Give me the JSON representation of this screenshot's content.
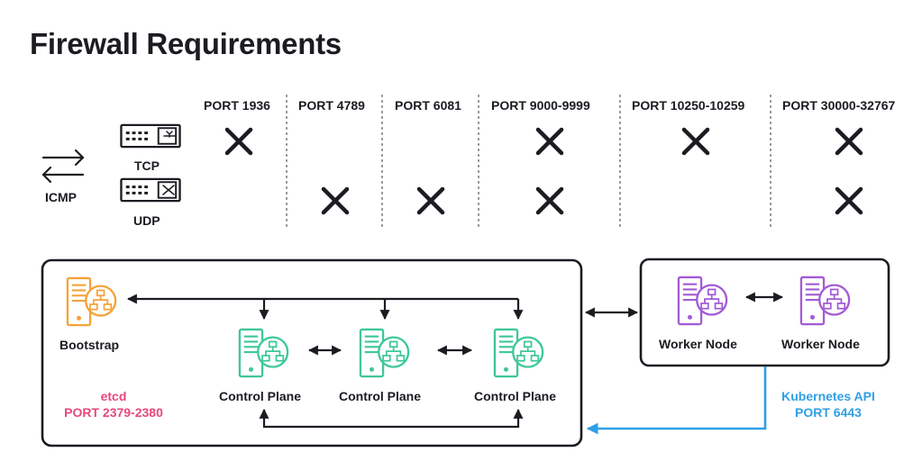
{
  "title": "Firewall Requirements",
  "ports": [
    {
      "label": "PORT 1936",
      "tcp": true,
      "udp": false
    },
    {
      "label": "PORT 4789",
      "tcp": false,
      "udp": true
    },
    {
      "label": "PORT 6081",
      "tcp": false,
      "udp": true
    },
    {
      "label": "PORT 9000-9999",
      "tcp": true,
      "udp": true
    },
    {
      "label": "PORT 10250-10259",
      "tcp": true,
      "udp": false
    },
    {
      "label": "PORT 30000-32767",
      "tcp": true,
      "udp": true
    }
  ],
  "protocols": {
    "icmp": "ICMP",
    "tcp": "TCP",
    "udp": "UDP"
  },
  "nodes": {
    "bootstrap": "Bootstrap",
    "control_plane": [
      "Control Plane",
      "Control Plane",
      "Control Plane"
    ],
    "worker": [
      "Worker Node",
      "Worker Node"
    ]
  },
  "etcd": {
    "name": "etcd",
    "port": "PORT 2379-2380"
  },
  "kube_api": {
    "name": "Kubernetes API",
    "port": "PORT 6443"
  },
  "colors": {
    "bootstrap": "#f5a23a",
    "control_plane": "#3ec79a",
    "worker": "#a25bd6",
    "etcd": "#e8477a",
    "kube_api": "#2e9fe6",
    "dark": "#1b1b22"
  }
}
